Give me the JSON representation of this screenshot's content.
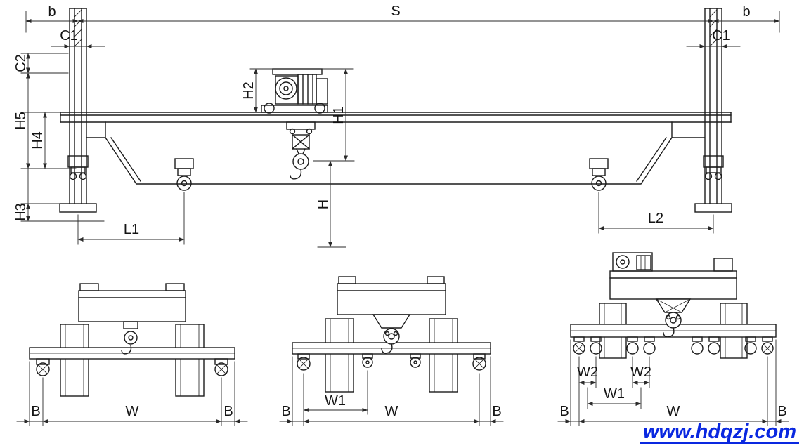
{
  "drawing": {
    "watermark": {
      "text": "www.hdqzj.com",
      "color": "#0a28e0"
    },
    "line_color": "#1c1c1c"
  },
  "elevation": {
    "dims": {
      "b_left": "b",
      "span": "S",
      "b_right": "b",
      "c1_left": "C1",
      "c1_right": "C1",
      "c2": "C2",
      "h5": "H5",
      "h4": "H4",
      "h3": "H3",
      "h2": "H2",
      "h1": "H1",
      "h": "H",
      "l1": "L1",
      "l2": "L2"
    }
  },
  "end_views": [
    {
      "dims": {
        "b_left": "B",
        "w": "W",
        "b_right": "B"
      }
    },
    {
      "dims": {
        "b_left": "B",
        "w1": "W1",
        "w": "W",
        "b_right": "B"
      }
    },
    {
      "dims": {
        "w2_left": "W2",
        "w2_right": "W2",
        "w1": "W1",
        "b_left": "B",
        "w": "W",
        "b_right": "B"
      }
    }
  ]
}
